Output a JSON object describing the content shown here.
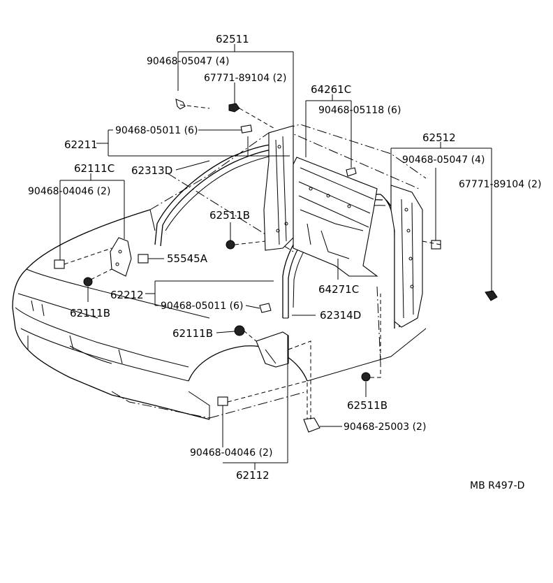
{
  "labels": {
    "p62511": "62511",
    "p9046805047_a": "90468-05047 (4)",
    "p6777189104_a": "67771-89104 (2)",
    "p64261C": "64261C",
    "p9046805118": "90468-05118 (6)",
    "p9046805011_a": "90468-05011 (6)",
    "p62211": "62211",
    "p62313D": "62313D",
    "p62111C": "62111C",
    "p9046804046_a": "90468-04046 (2)",
    "p62511B_a": "62511B",
    "p55545A": "55545A",
    "p62212": "62212",
    "p9046805011_b": "90468-05011 (6)",
    "p62111B_a": "62111B",
    "p64271C": "64271C",
    "p62314D": "62314D",
    "p62111B_b": "62111B",
    "p62512": "62512",
    "p9046805047_b": "90468-05047 (4)",
    "p6777189104_b": "67771-89104 (2)",
    "p62511B_b": "62511B",
    "p9046825003": "90468-25003 (2)",
    "p9046804046_b": "90468-04046 (2)",
    "p62112": "62112",
    "ref": "MB R497-D"
  }
}
